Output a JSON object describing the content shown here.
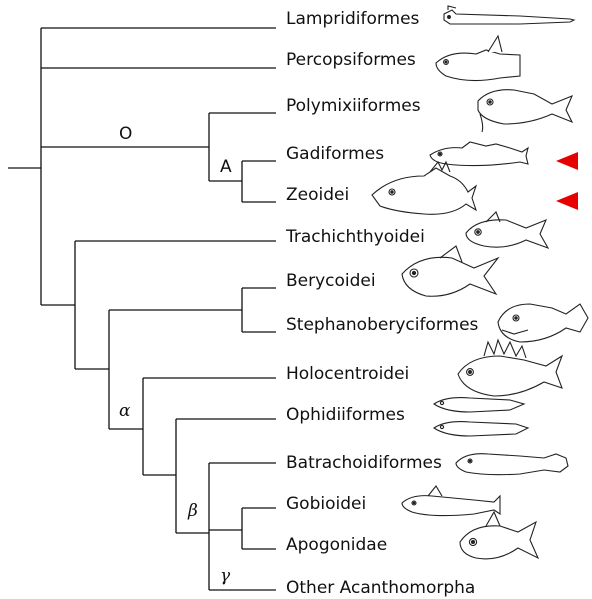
{
  "taxa": [
    {
      "name": "Lampridiformes",
      "icon": "lampridiform-fish-icon"
    },
    {
      "name": "Percopsiformes",
      "icon": "percopsiform-fish-icon"
    },
    {
      "name": "Polymixiiformes",
      "icon": "polymixiiform-fish-icon"
    },
    {
      "name": "Gadiformes",
      "icon": "gadiform-fish-icon"
    },
    {
      "name": "Zeoidei",
      "icon": "zeoid-fish-icon"
    },
    {
      "name": "Trachichthyoidei",
      "icon": "trachichthyoid-fish-icon"
    },
    {
      "name": "Berycoidei",
      "icon": "berycoid-fish-icon"
    },
    {
      "name": "Stephanoberyciformes",
      "icon": "stephanoberyciform-fish-icon"
    },
    {
      "name": "Holocentroidei",
      "icon": "holocentroid-fish-icon"
    },
    {
      "name": "Ophidiiformes",
      "icon": "ophidiiform-fish-icon"
    },
    {
      "name": "Batrachoidiformes",
      "icon": "batrachoidiform-fish-icon"
    },
    {
      "name": "Gobioidei",
      "icon": "gobioid-fish-icon"
    },
    {
      "name": "Apogonidae",
      "icon": "apogonid-fish-icon"
    },
    {
      "name": "Other Acanthomorpha",
      "icon": ""
    }
  ],
  "node_labels": {
    "O": "O",
    "A": "A",
    "alpha": "α",
    "beta": "β",
    "gamma": "γ"
  },
  "highlight": {
    "color": "#e60000",
    "marked_taxa": [
      "Gadiformes",
      "Zeoidei"
    ]
  },
  "colors": {
    "branch": "#111111",
    "fish_outline": "#222222"
  }
}
